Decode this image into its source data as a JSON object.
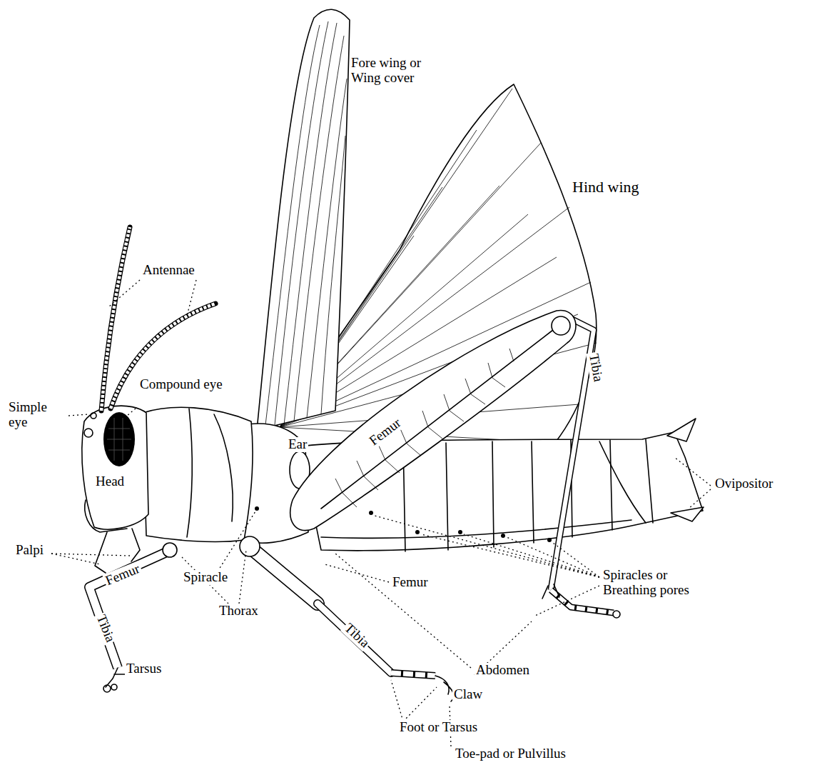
{
  "diagram": {
    "labels": [
      "Fore wing or Wing cover",
      "Hind wing",
      "Antennae",
      "Compound eye",
      "Simple eye",
      "Head",
      "Ear",
      "Femur",
      "Tibia",
      "Ovipositor",
      "Palpi",
      "Femur",
      "Spiracle",
      "Femur",
      "Spiracles or Breathing pores",
      "Thorax",
      "Tibia",
      "Tibia",
      "Tarsus",
      "Abdomen",
      "Claw",
      "Foot or Tarsus",
      "Toe-pad or Pulvillus"
    ]
  }
}
